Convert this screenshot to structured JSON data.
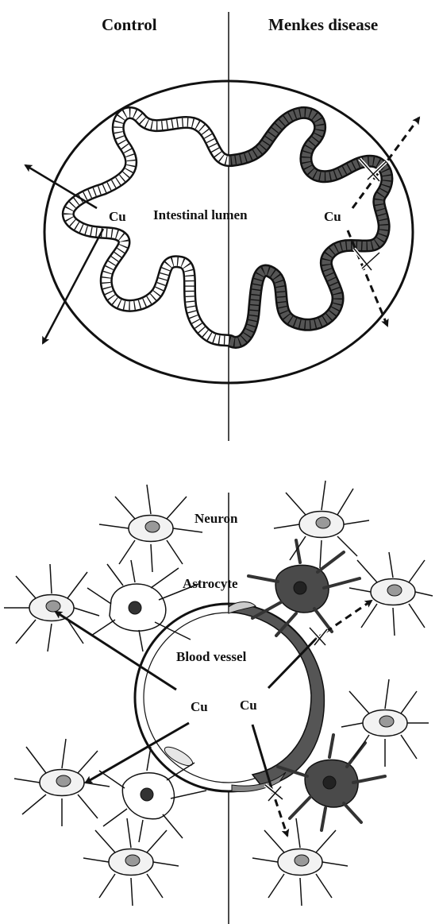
{
  "headers": {
    "left": "Control",
    "right": "Menkes disease"
  },
  "intestine": {
    "lumen_label": "Intestinal lumen",
    "cu_left": "Cu",
    "cu_right": "Cu"
  },
  "brain": {
    "neuron_label": "Neuron",
    "astrocyte_label": "Astrocyte",
    "vessel_label": "Blood vessel",
    "cu_left": "Cu",
    "cu_right": "Cu"
  },
  "colors": {
    "line": "#111111",
    "menkes_fill": "#555555",
    "cell_light": "#f2f2f2",
    "cell_dark": "#4a4a4a"
  }
}
